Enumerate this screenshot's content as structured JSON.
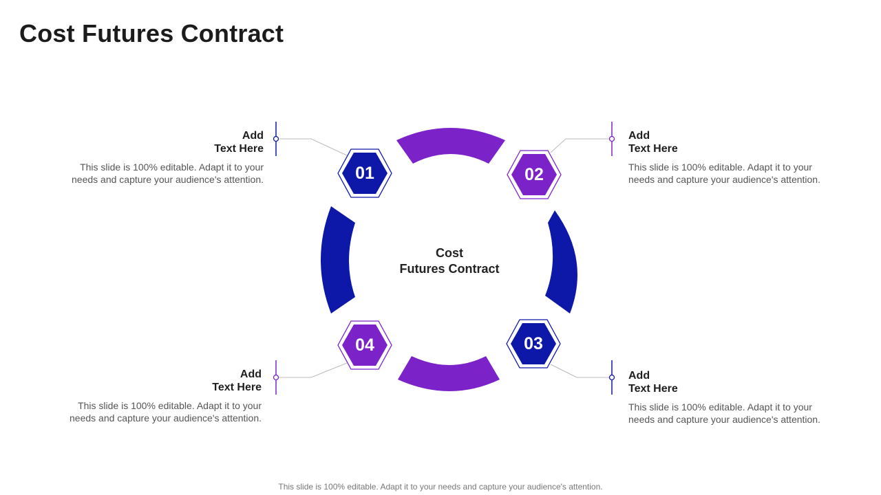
{
  "title": "Cost Futures Contract",
  "center": {
    "line1": "Cost",
    "line2": "Futures Contract"
  },
  "colors": {
    "navy": "#0D17A8",
    "purple": "#7B22C9",
    "connector": "#BBBBBB"
  },
  "steps": [
    {
      "number": "01",
      "heading_line1": "Add",
      "heading_line2": "Text Here",
      "description": "This slide is 100% editable. Adapt it to your needs and capture your audience's attention."
    },
    {
      "number": "02",
      "heading_line1": "Add",
      "heading_line2": "Text Here",
      "description": "This slide is 100% editable. Adapt it to your needs and capture your audience's attention."
    },
    {
      "number": "03",
      "heading_line1": "Add",
      "heading_line2": "Text Here",
      "description": "This slide is 100% editable. Adapt it to your needs and capture your audience's attention."
    },
    {
      "number": "04",
      "heading_line1": "Add",
      "heading_line2": "Text Here",
      "description": "This slide is 100% editable. Adapt it to your needs and capture your audience's attention."
    }
  ],
  "footer": "This slide is 100% editable. Adapt it to your needs and capture your audience's attention."
}
